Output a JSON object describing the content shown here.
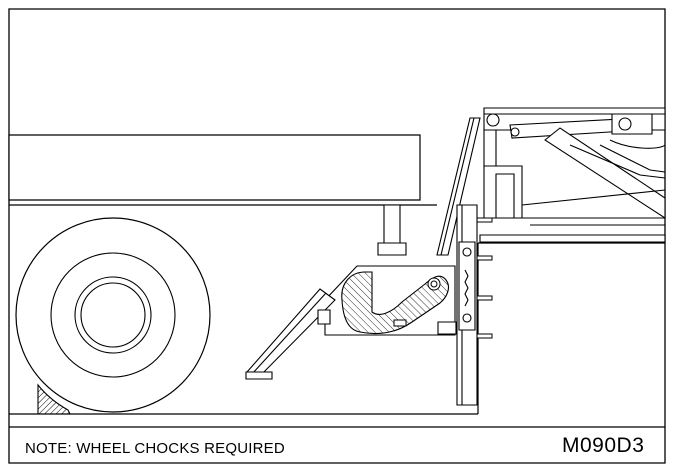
{
  "caption": {
    "note": "NOTE: WHEEL CHOCKS REQUIRED",
    "drawing_code": "M090D3"
  },
  "components": [
    "outer-frame",
    "truck-body",
    "truck-frame",
    "rear-wheel",
    "wheel-chock",
    "dock-leveler",
    "leveler-lip",
    "vehicle-restraint-hook",
    "restraint-housing",
    "dock-bumper",
    "ground-line",
    "dock-wall"
  ],
  "colors": {
    "line": "#000000",
    "background": "#ffffff"
  }
}
